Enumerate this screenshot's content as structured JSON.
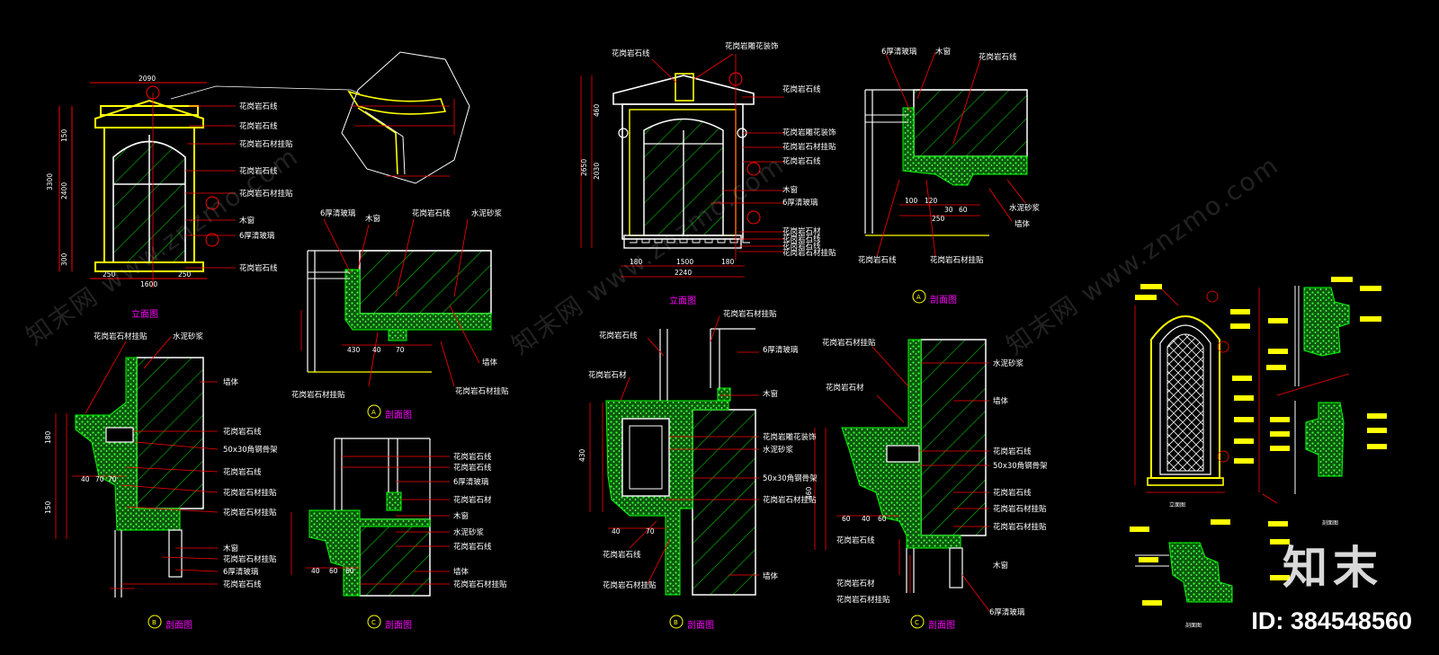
{
  "labels": {
    "hg_line": "花岗岩石线",
    "hg_carve": "花岗岩雕花装饰",
    "hg_stone": "花岗岩石材",
    "hg_hang": "花岗岩石材挂贴",
    "glass6": "6厚清玻璃",
    "wood_win": "木窗",
    "cement": "水泥砂浆",
    "wall": "墙体",
    "steel": "50x30角钢骨架"
  },
  "views": {
    "elevation": "立面图",
    "section": "剖面图",
    "section_small": "剖面图"
  },
  "markers": {
    "a": "A",
    "b": "B",
    "c": "C"
  },
  "dims": {
    "w2090": "2090",
    "w1500": "1500",
    "w2240": "2240",
    "w1600": "1600",
    "h3300": "3300",
    "h2400": "2400",
    "h2650": "2650",
    "h2030": "2030",
    "s1": "250",
    "s2": "100",
    "s3": "150",
    "s4": "300",
    "s5": "40",
    "s6": "70",
    "s7": "180",
    "s8": "120",
    "s9": "30",
    "s10": "60",
    "s11": "460",
    "s12": "430"
  },
  "watermark": {
    "site": "知末网 www.znzmo.com",
    "logo": "知末",
    "id": "ID: 384548560"
  },
  "colors": {
    "bg": "#000000",
    "line": "#ffffff",
    "yellow": "#ffff00",
    "red": "#ff0000",
    "green": "#00c800",
    "mag": "#ff00ff",
    "cyan": "#00ffff"
  }
}
